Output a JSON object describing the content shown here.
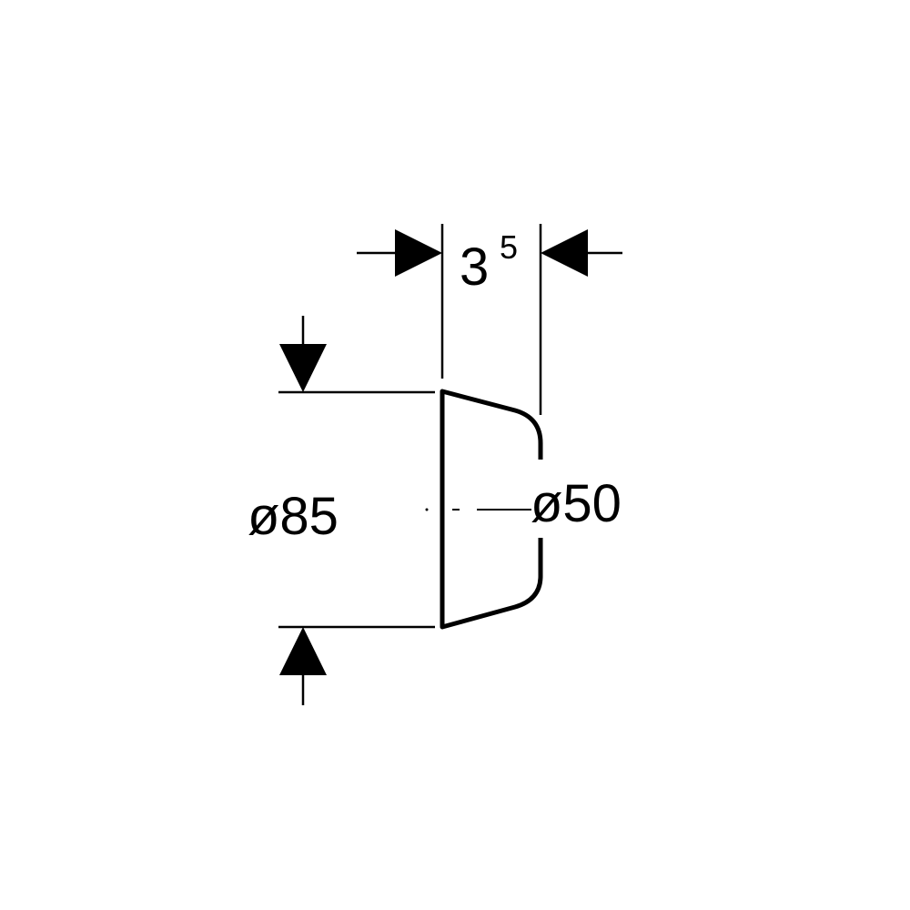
{
  "diagram": {
    "depth_dimension": {
      "value": "3",
      "superscript": "5"
    },
    "outer_diameter_label": "ø85",
    "inner_diameter_label": "ø50",
    "line_color": "#000000",
    "background_color": "#ffffff"
  }
}
